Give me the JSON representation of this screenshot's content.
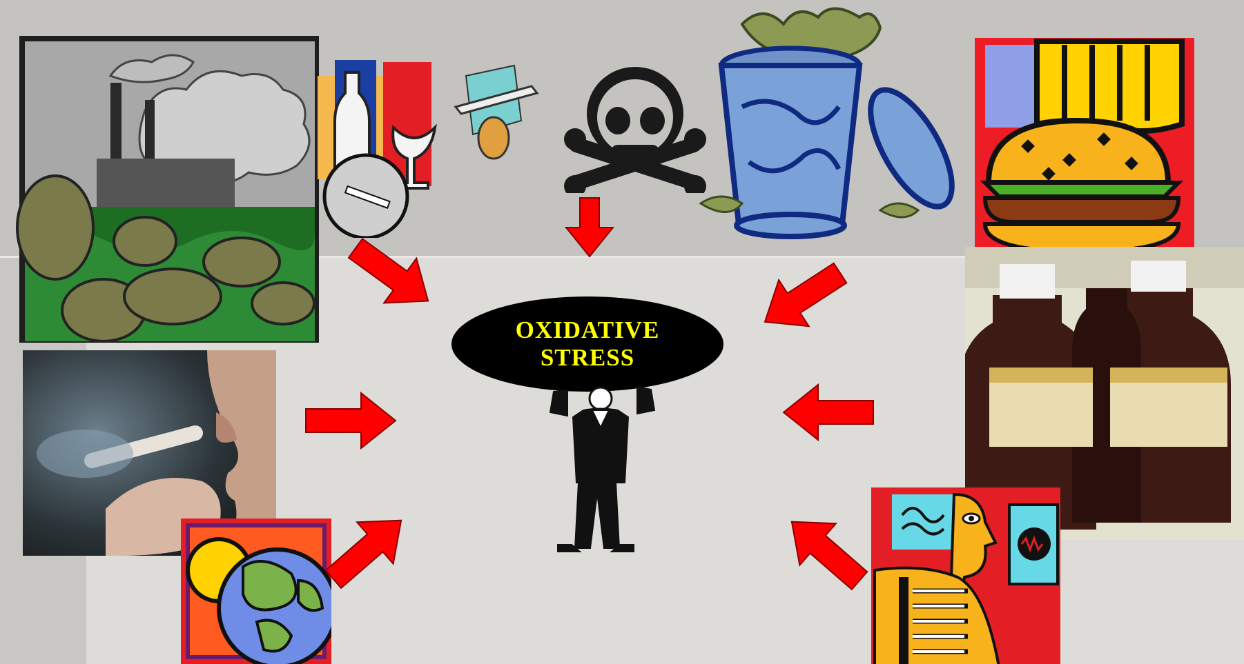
{
  "center": {
    "line1": "OXIDATIVE",
    "line2": "STRESS"
  },
  "colors": {
    "arrow": "#ff0000",
    "ellipse": "#000000",
    "label": "#ffff00",
    "top_band": "#c4c3bf",
    "bottom_band": "#dddcd8"
  },
  "sources": [
    {
      "name": "industrial-pollution",
      "icon": "factory-barrels-icon"
    },
    {
      "name": "alcohol-tobacco-drugs",
      "icon": "bottle-glass-syringe-cigarette-icon"
    },
    {
      "name": "toxins",
      "icon": "skull-crossbones-icon"
    },
    {
      "name": "waste",
      "icon": "trash-can-icon"
    },
    {
      "name": "fast-food",
      "icon": "burger-fries-icon"
    },
    {
      "name": "smoking",
      "icon": "smoking-photo-icon"
    },
    {
      "name": "environment",
      "icon": "globe-sun-icon"
    },
    {
      "name": "chemicals",
      "icon": "chemical-bottles-icon"
    },
    {
      "name": "radiation-stress",
      "icon": "xray-person-icon"
    }
  ]
}
